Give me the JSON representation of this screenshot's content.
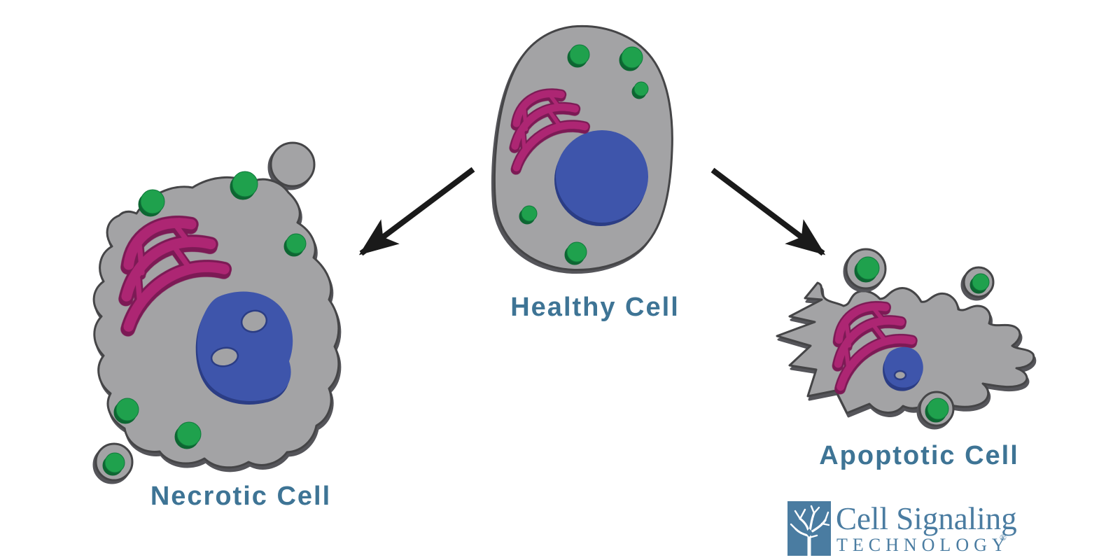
{
  "diagram": {
    "title_implicit": "Cell death pathways",
    "labels": {
      "healthy": "Healthy Cell",
      "necrotic": "Necrotic Cell",
      "apoptotic": "Apoptotic Cell"
    },
    "arrows": [
      {
        "name": "healthy-to-necrotic",
        "direction": "down-left"
      },
      {
        "name": "healthy-to-apoptotic",
        "direction": "down-right"
      }
    ],
    "colors": {
      "cell_body": "#A3A3A5",
      "cell_outline": "#454547",
      "nucleus": "#3E55AB",
      "nucleus_outline": "#2B3D85",
      "organelle_green": "#1FA14D",
      "golgi_magenta": "#AD2673",
      "golgi_outline": "#7C1A55",
      "arrow": "#1A1A1A",
      "label_text": "#3E7495",
      "logo_blue": "#4A7CA1"
    }
  },
  "logo": {
    "icon": "tree-icon",
    "name": "Cell Signaling",
    "sub": "TECHNOLOGY",
    "registered": "®"
  }
}
